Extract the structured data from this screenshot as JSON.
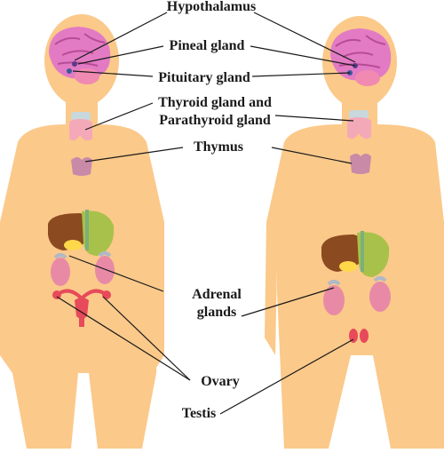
{
  "labels": {
    "hypothalamus": "Hypothalamus",
    "pineal": "Pineal gland",
    "pituitary": "Pituitary gland",
    "thyroid_line1": "Thyroid gland and",
    "thyroid_line2": "Parathyroid gland",
    "thymus": "Thymus",
    "adrenal_line1": "Adrenal",
    "adrenal_line2": "glands",
    "ovary": "Ovary",
    "testis": "Testis"
  },
  "colors": {
    "skin": "#fbc98a",
    "brain": "#e27bc4",
    "brain_dark": "#b64c95",
    "thyroid": "#f4a9b8",
    "thymus": "#c98aa8",
    "liver": "#8b4a1f",
    "stomach": "#a8c14a",
    "kidney": "#e88aa6",
    "ovary": "#e74a5a",
    "leader": "#1a1a1a"
  }
}
